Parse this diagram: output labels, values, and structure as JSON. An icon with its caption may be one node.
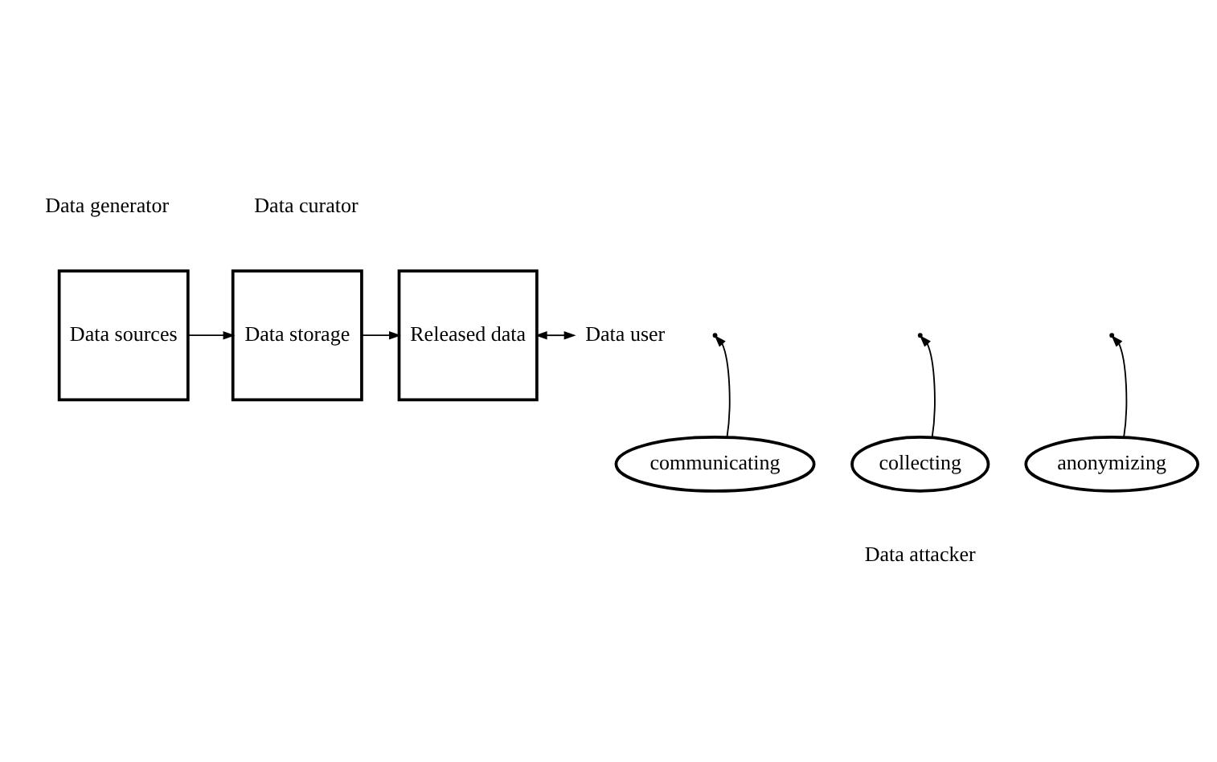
{
  "diagram": {
    "nodes": [
      {
        "text": [
          "Data sources"
        ],
        "beside": [
          "Data generator"
        ]
      },
      {
        "text": [
          "Data storage"
        ]
      },
      {
        "text": [
          "Released data"
        ]
      },
      {
        "text": [
          "Data user"
        ]
      },
      {
        "text": [
          "collecting"
        ]
      },
      {
        "text": [
          "anonymizing"
        ]
      },
      {
        "text": [
          "communicating"
        ]
      }
    ],
    "edges": [
      {
        "from": 0,
        "to": 1,
        "arrow": "to"
      },
      {
        "from": 1,
        "to": 2,
        "arrow": "to"
      },
      {
        "from": 2,
        "to": 3,
        "arrow": "both"
      },
      {
        "from": 4,
        "to": null,
        "arrow": "to"
      },
      {
        "from": 5,
        "to": null,
        "arrow": "to"
      },
      {
        "from": 6,
        "to": null,
        "arrow": "to"
      }
    ],
    "labels": [
      "Data curator",
      "Data attacker"
    ]
  }
}
